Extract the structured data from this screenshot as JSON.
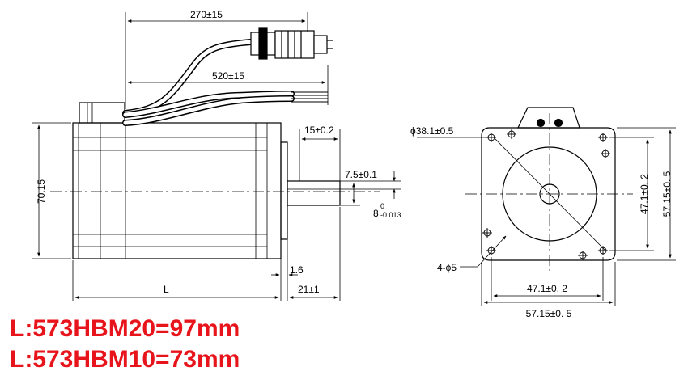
{
  "side_view": {
    "cable_length_1": "270±15",
    "cable_length_2": "520±15",
    "height": "70.15",
    "shaft_length_step": "15±0.2",
    "shaft_flat": "7.5±0.1",
    "shaft_dia_base": "8",
    "shaft_dia_sup": "0",
    "shaft_dia_sub": "-0.013",
    "flange_thickness": "1.6",
    "body_length": "L",
    "shaft_length": "21±1"
  },
  "front_view": {
    "pilot_dia": "ϕ38.1±0.5",
    "hole_spacing_v": "47.1±0. 2",
    "square_v": "57.15±0. 5",
    "hole_spacing_h": "47.1±0. 2",
    "square_h": "57.15±0. 5",
    "mount_holes": "4-ϕ5"
  },
  "model_lengths": [
    "L:573HBM20=97mm",
    "L:573HBM10=73mm"
  ],
  "colors": {
    "label_red": "#e8141b",
    "line": "#000000"
  }
}
